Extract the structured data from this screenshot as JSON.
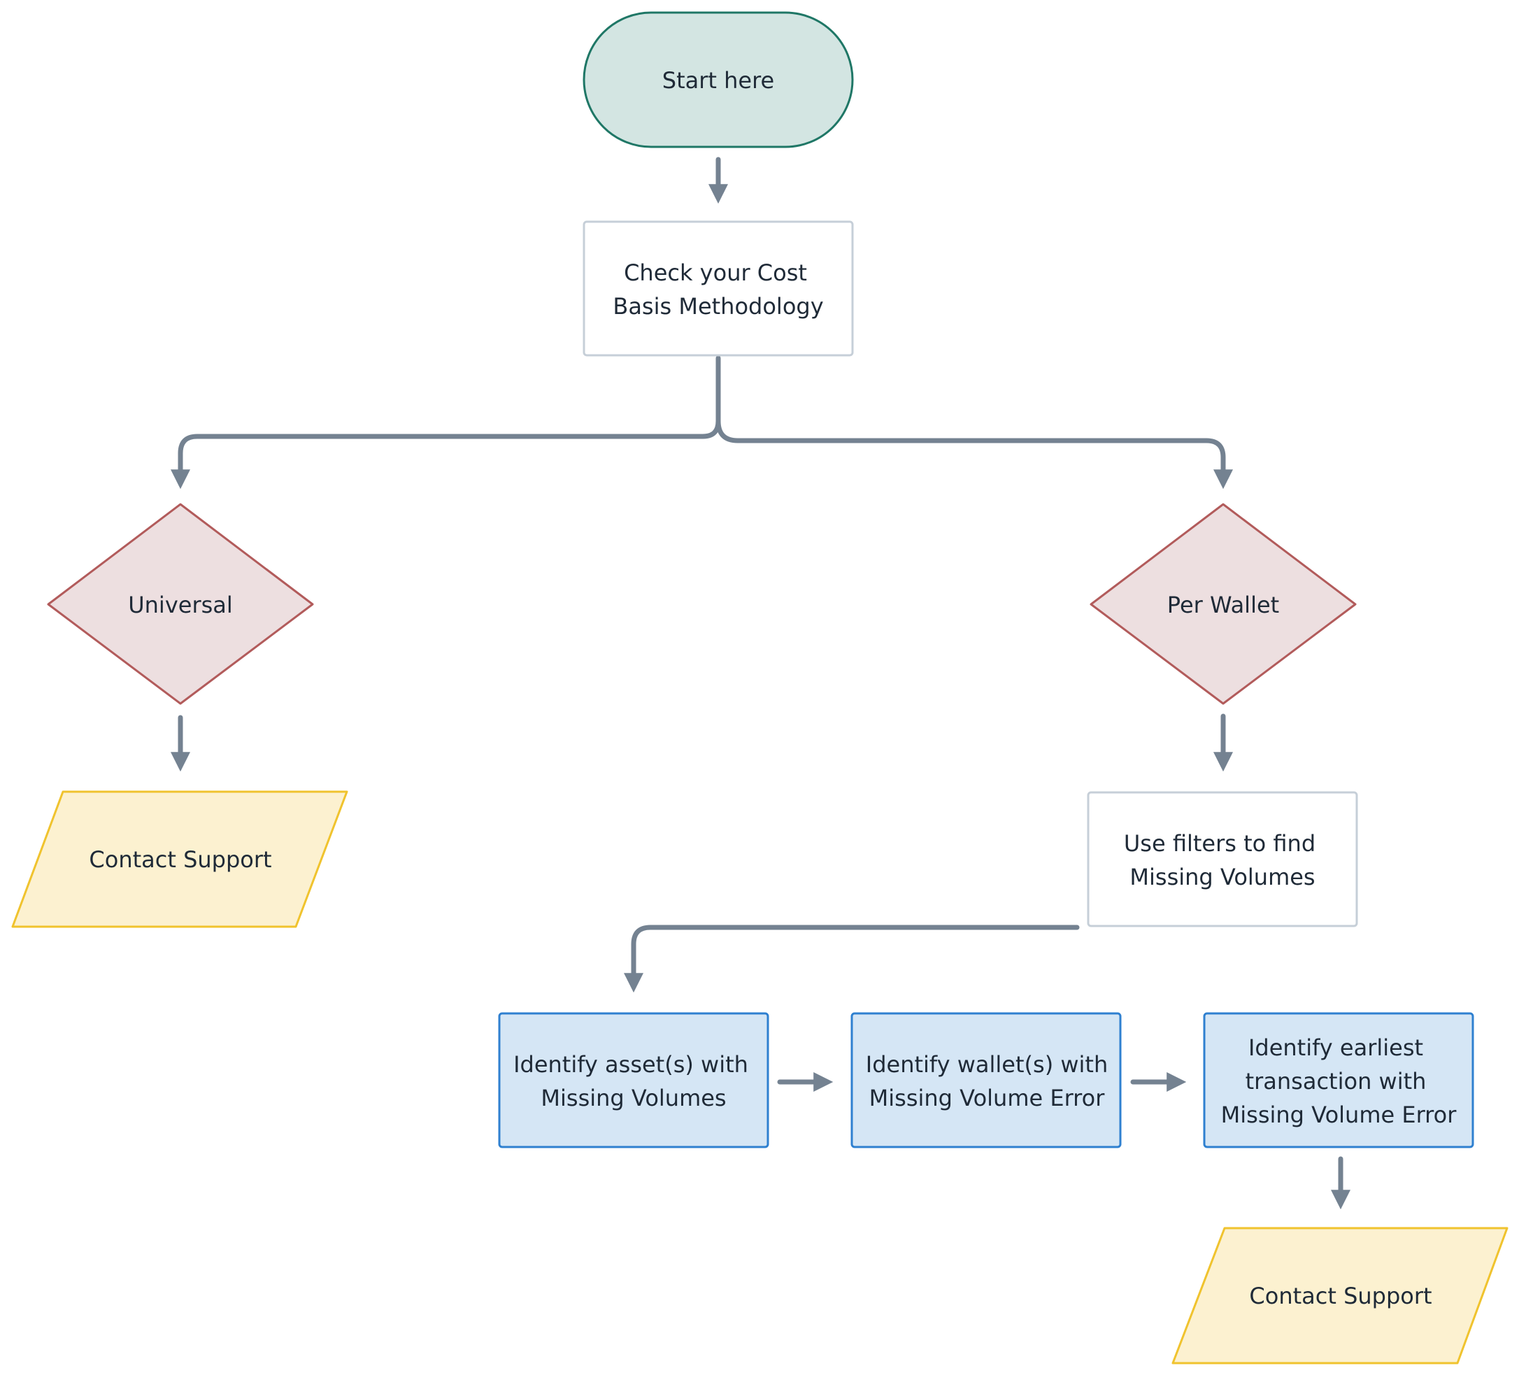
{
  "colors": {
    "edge": "#748291",
    "text": "#1f2a37",
    "start_fill": "#d3e5e2",
    "start_stroke": "#1f7766",
    "process_fill": "#ffffff",
    "process_stroke": "#c6cfd8",
    "decision_fill": "#eddfe0",
    "decision_stroke": "#b25b5b",
    "io_fill": "#fcf1d0",
    "io_stroke": "#f0c32e",
    "action_fill": "#d5e6f5",
    "action_stroke": "#2f80d0"
  },
  "nodes": {
    "start": {
      "lines": [
        "Start here"
      ]
    },
    "check_cost_basis": {
      "lines": [
        "Check your Cost",
        "Basis Methodology"
      ]
    },
    "universal": {
      "lines": [
        "Universal"
      ]
    },
    "per_wallet": {
      "lines": [
        "Per Wallet"
      ]
    },
    "contact_support_left": {
      "lines": [
        "Contact Support"
      ]
    },
    "use_filters": {
      "lines": [
        "Use filters to find",
        "Missing Volumes"
      ]
    },
    "identify_assets": {
      "lines": [
        "Identify asset(s) with",
        "Missing Volumes"
      ]
    },
    "identify_wallets": {
      "lines": [
        "Identify wallet(s) with",
        "Missing Volume Error"
      ]
    },
    "identify_earliest": {
      "lines": [
        "Identify earliest",
        "transaction with",
        "Missing Volume Error"
      ]
    },
    "contact_support_right": {
      "lines": [
        "Contact Support"
      ]
    }
  }
}
